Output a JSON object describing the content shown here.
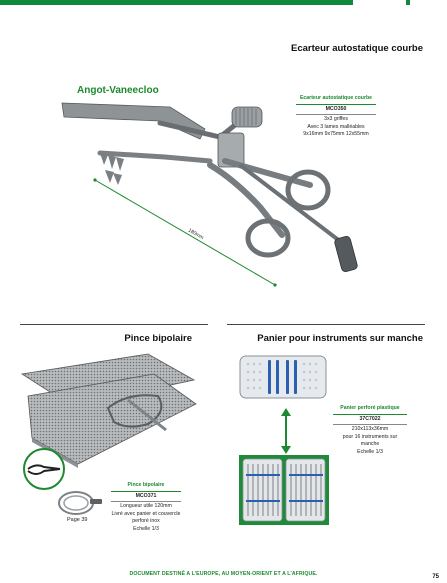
{
  "sections": {
    "retractor_title": "Ecarteur autostatique courbe",
    "bipolar_title": "Pince bipolaire",
    "basket_title": "Panier pour instruments sur manche"
  },
  "retractor": {
    "product_name": "Angot-Vaneecloo",
    "dimension_label": "180mm",
    "spec": {
      "heading": "Ecarteur autostatique courbe",
      "reference": "MCO350",
      "lines": [
        "3x3 griffes",
        "Avec 3 lames malléables",
        "9x16mm  9x75mm  12x55mm"
      ]
    }
  },
  "bipolar": {
    "spec": {
      "heading": "Pince bipolaire",
      "reference": "MCO371",
      "lines": [
        "Longueur utile 120mm",
        "Livré avec panier et couvercle",
        "perforé inox",
        "Echelle 1/3"
      ]
    },
    "page_reference": "Page 39"
  },
  "basket": {
    "spec": {
      "heading": "Panier perforé plastique",
      "reference": "37C7022",
      "lines": [
        "210x113x36mm",
        "pour 16 instruments sur manche",
        "Echelle 1/3"
      ]
    }
  },
  "footer": {
    "text": "DOCUMENT DESTINÉ A L'EUROPE, AU MOYEN-ORIENT ET A L'AFRIQUE.",
    "page_number": "75"
  },
  "colors": {
    "brand_green": "#0f8a3c",
    "basket_blue": "#2b5fb0"
  }
}
